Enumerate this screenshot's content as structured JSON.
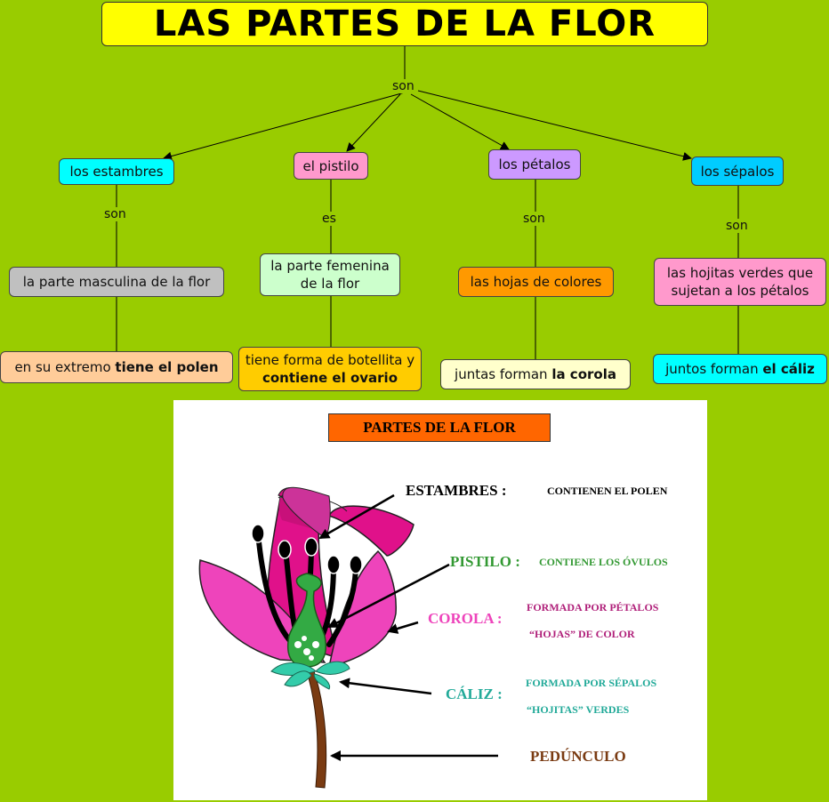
{
  "title": "LAS PARTES DE LA FLOR",
  "root_link": "son",
  "branches": [
    {
      "name": "los estambres",
      "link": "son",
      "level1": "la parte masculina de la flor",
      "level2_plain": "en su extremo ",
      "level2_bold": "tiene el polen"
    },
    {
      "name": "el pistilo",
      "link": "es",
      "level1": "la parte femenina de la flor",
      "level2_plain": "tiene forma de botellita y ",
      "level2_bold": "contiene el ovario"
    },
    {
      "name": "los pétalos",
      "link": "son",
      "level1": "las hojas de colores",
      "level2_plain": "juntas forman ",
      "level2_bold": "la corola"
    },
    {
      "name": "los sépalos",
      "link": "son",
      "level1": "las hojitas verdes que sujetan a los pétalos",
      "level2_plain": "juntos forman ",
      "level2_bold": "el cáliz"
    }
  ],
  "colors": {
    "background": "#99cc00",
    "title_bg": "#ffff00",
    "estambres": "#00ffff",
    "pistilo": "#ff99cc",
    "petalos": "#cc99ff",
    "sepalos": "#00ccff",
    "masculina": "#c0c0c0",
    "femenina": "#ccffcc",
    "hojas_colores": "#ff9900",
    "hojitas_verdes": "#ff99cc",
    "polen": "#ffcc99",
    "ovario": "#ffcc00",
    "corola": "#ffffcc",
    "caliz": "#00ffff"
  },
  "illustration": {
    "heading": "PARTES DE LA FLOR",
    "labels": [
      {
        "term": "ESTAMBRES :",
        "desc": [
          "CONTIENEN EL POLEN"
        ]
      },
      {
        "term": "PISTILO :",
        "desc": [
          "CONTIENE LOS ÓVULOS"
        ]
      },
      {
        "term": "COROLA :",
        "desc": [
          "FORMADA POR PÉTALOS",
          "“HOJAS” DE COLOR"
        ]
      },
      {
        "term": "CÁLIZ :",
        "desc": [
          "FORMADA POR SÉPALOS",
          "“HOJITAS”  VERDES"
        ]
      },
      {
        "term": "PEDÚNCULO",
        "desc": []
      }
    ]
  }
}
